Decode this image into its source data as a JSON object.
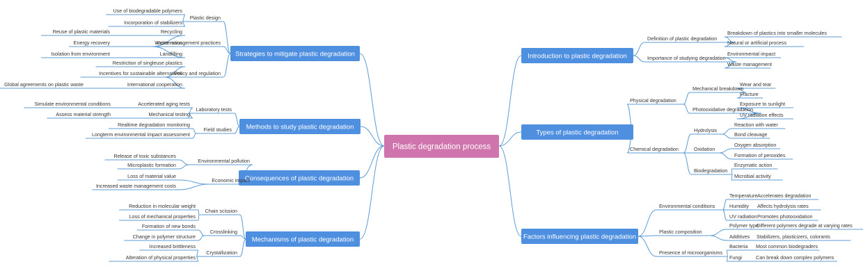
{
  "center": "Plastic degradation process",
  "colors": {
    "center": "#cf74ad",
    "branch": "#4f8fe0",
    "line": "#5b9bd5",
    "text": "#333333"
  },
  "right": [
    {
      "label": "Introduction to plastic degradation",
      "children": [
        {
          "label": "Definition of plastic degradation",
          "children": [
            {
              "label": "Breakdown of plastics into smaller molecules"
            },
            {
              "label": "Natural or artificial process"
            }
          ]
        },
        {
          "label": "Importance of studying degradation",
          "children": [
            {
              "label": "Environmental impact"
            },
            {
              "label": "Waste management"
            }
          ]
        }
      ]
    },
    {
      "label": "Types of plastic degradation",
      "children": [
        {
          "label": "Physical degradation",
          "children": [
            {
              "label": "Mechanical breakdown",
              "children": [
                {
                  "label": "Wear and tear"
                },
                {
                  "label": "Fracture"
                }
              ]
            },
            {
              "label": "Photooxidative degradation",
              "children": [
                {
                  "label": "Exposure to sunlight"
                },
                {
                  "label": "UV radiation effects"
                }
              ]
            }
          ]
        },
        {
          "label": "Chemical degradation",
          "children": [
            {
              "label": "Hydrolysis",
              "children": [
                {
                  "label": "Reaction with water"
                },
                {
                  "label": "Bond cleavage"
                }
              ]
            },
            {
              "label": "Oxidation",
              "children": [
                {
                  "label": "Oxygen absorption"
                },
                {
                  "label": "Formation of peroxides"
                }
              ]
            },
            {
              "label": "Biodegradation",
              "children": [
                {
                  "label": "Enzymatic action"
                },
                {
                  "label": "Microbial activity"
                }
              ]
            }
          ]
        }
      ]
    },
    {
      "label": "Factors influencing plastic degradation",
      "children": [
        {
          "label": "Environmental conditions",
          "children": [
            {
              "label": "Temperature",
              "children": [
                {
                  "label": "Accelerates degradation"
                }
              ]
            },
            {
              "label": "Humidity",
              "children": [
                {
                  "label": "Affects hydrolysis rates"
                }
              ]
            },
            {
              "label": "UV radiation",
              "children": [
                {
                  "label": "Promotes photooxidation"
                }
              ]
            }
          ]
        },
        {
          "label": "Plastic composition",
          "children": [
            {
              "label": "Polymer type",
              "children": [
                {
                  "label": "Different polymers degrade at varying rates"
                }
              ]
            },
            {
              "label": "Additives",
              "children": [
                {
                  "label": "Stabilizers, plasticizers, colorants"
                }
              ]
            }
          ]
        },
        {
          "label": "Presence of microorganisms",
          "children": [
            {
              "label": "Bacteria",
              "children": [
                {
                  "label": "Most common biodegraders"
                }
              ]
            },
            {
              "label": "Fungi",
              "children": [
                {
                  "label": "Can break down complex polymers"
                }
              ]
            }
          ]
        }
      ]
    }
  ],
  "left": [
    {
      "label": "Strategies to mitigate plastic degradation",
      "children": [
        {
          "label": "Plastic design",
          "children": [
            {
              "label": "Use of biodegradable polymers"
            },
            {
              "label": "Incorporation of stabilizers"
            }
          ]
        },
        {
          "label": "Waste management practices",
          "children": [
            {
              "label": "Recycling",
              "children": [
                {
                  "label": "Reuse of plastic materials"
                }
              ]
            },
            {
              "label": "Incineration",
              "children": [
                {
                  "label": "Energy recovery"
                }
              ]
            },
            {
              "label": "Landfilling",
              "children": [
                {
                  "label": "Isolation from environment"
                }
              ]
            }
          ]
        },
        {
          "label": "Policy and regulation",
          "children": [
            {
              "label": "Restriction of singleuse plastics"
            },
            {
              "label": "Incentives for sustainable alternatives"
            },
            {
              "label": "International cooperation",
              "children": [
                {
                  "label": "Global agreements on plastic waste"
                }
              ]
            }
          ]
        }
      ]
    },
    {
      "label": "Methods to study plastic degradation",
      "children": [
        {
          "label": "Laboratory tests",
          "children": [
            {
              "label": "Accelerated aging tests",
              "children": [
                {
                  "label": "Simulate environmental conditions"
                }
              ]
            },
            {
              "label": "Mechanical testing",
              "children": [
                {
                  "label": "Assess material strength"
                }
              ]
            }
          ]
        },
        {
          "label": "Field studies",
          "children": [
            {
              "label": "Realtime degradation monitoring"
            },
            {
              "label": "Longterm environmental impact assessment"
            }
          ]
        }
      ]
    },
    {
      "label": "Consequences of plastic degradation",
      "children": [
        {
          "label": "Environmental pollution",
          "children": [
            {
              "label": "Release of toxic substances"
            },
            {
              "label": "Microplastic formation"
            }
          ]
        },
        {
          "label": "Economic impact",
          "children": [
            {
              "label": "Loss of material value"
            },
            {
              "label": "Increased waste management costs"
            }
          ]
        }
      ]
    },
    {
      "label": "Mechanisms of plastic degradation",
      "children": [
        {
          "label": "Chain scission",
          "children": [
            {
              "label": "Reduction in molecular weight"
            },
            {
              "label": "Loss of mechanical properties"
            }
          ]
        },
        {
          "label": "Crosslinking",
          "children": [
            {
              "label": "Formation of new bonds"
            },
            {
              "label": "Change in polymer structure"
            }
          ]
        },
        {
          "label": "Crystallization",
          "children": [
            {
              "label": "Increased brittleness"
            },
            {
              "label": "Alteration of physical properties"
            }
          ]
        }
      ]
    }
  ]
}
